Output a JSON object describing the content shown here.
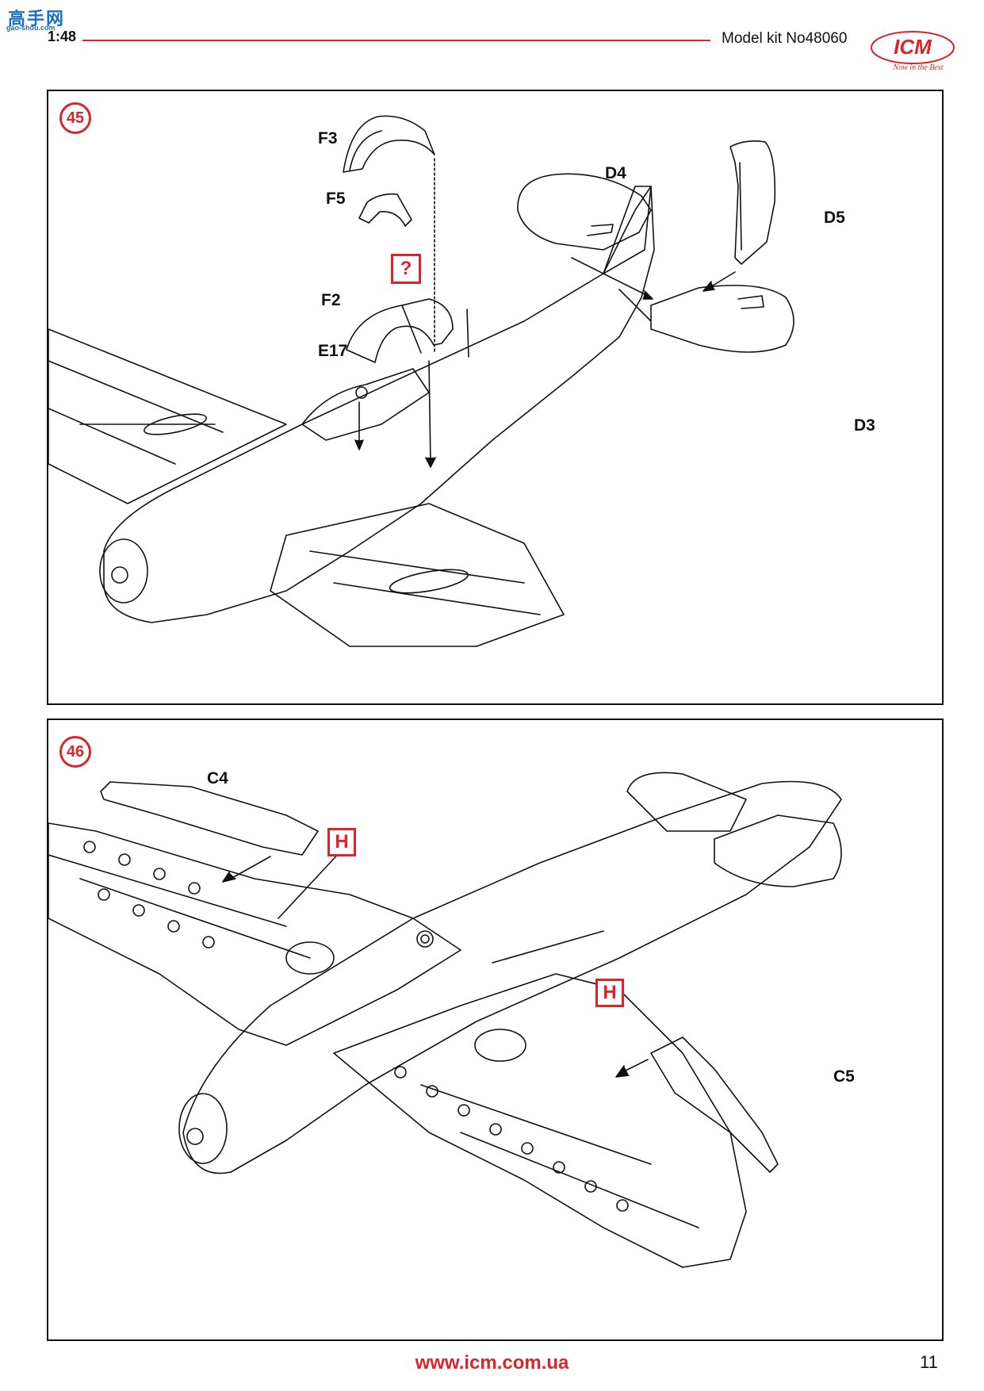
{
  "watermark": {
    "top": "高手网",
    "bottom": "gao-shou.com"
  },
  "header": {
    "scale": "1:48",
    "kit_number": "Model kit No48060",
    "logo_text": "ICM",
    "logo_slogan": "Now in the Best"
  },
  "step45": {
    "number": "45",
    "parts": {
      "f3": "F3",
      "f5": "F5",
      "f2": "F2",
      "e17": "E17",
      "d4": "D4",
      "d5": "D5",
      "d3": "D3"
    },
    "choice_marker": "?"
  },
  "step46": {
    "number": "46",
    "parts": {
      "c4": "C4",
      "c5": "C5"
    },
    "paint_marker_1": "H",
    "paint_marker_2": "H"
  },
  "footer": {
    "url": "www.icm.com.ua",
    "page_number": "11"
  },
  "colors": {
    "accent": "#d9252b",
    "ink": "#111111"
  }
}
